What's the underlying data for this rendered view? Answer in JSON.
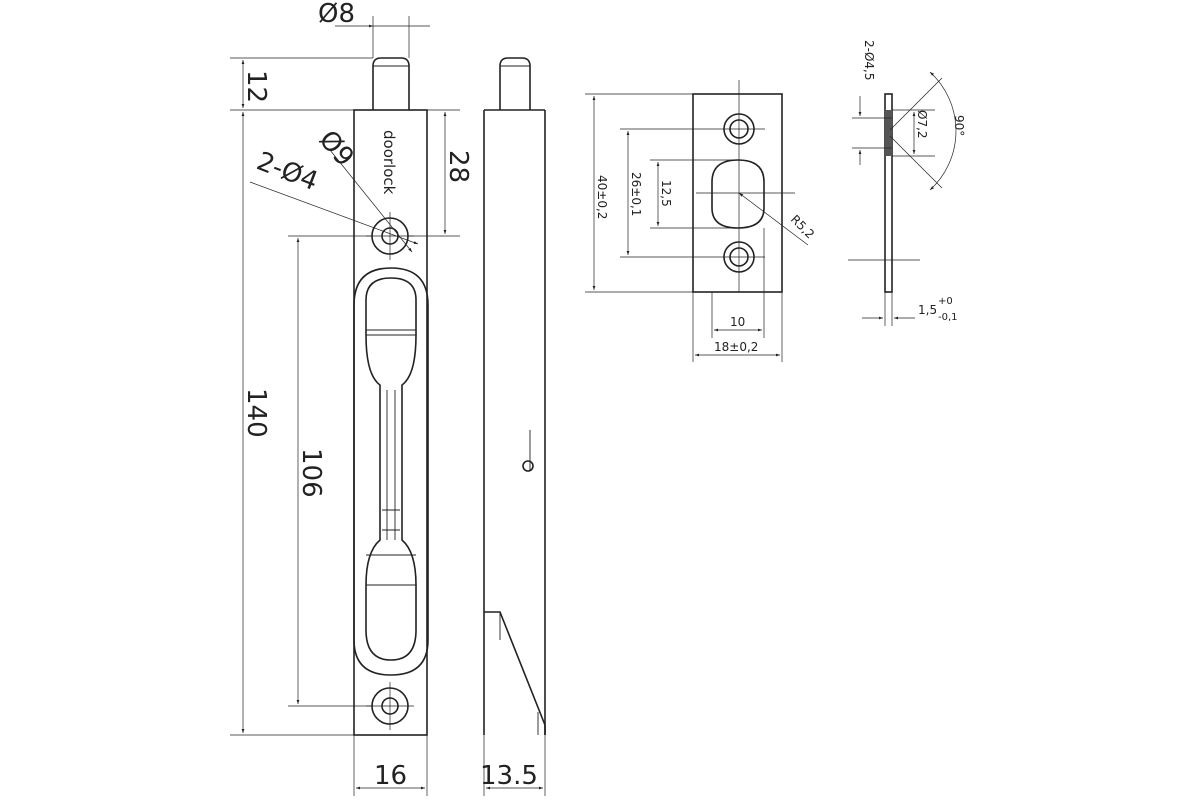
{
  "brand_text": "doorlock",
  "front_view": {
    "pin_diameter": "Ø8",
    "pin_height": "12",
    "hole_diameter": "Ø9",
    "screw_holes": "2-Ø4",
    "hole_offset": "28",
    "total_length": "140",
    "hole_spacing": "106",
    "width": "16"
  },
  "side_view": {
    "thickness": "13.5"
  },
  "strike_plate": {
    "height": "40±0,2",
    "hole_spacing": "26±0,1",
    "slot_height": "12,5",
    "slot_radius": "R5,2",
    "slot_width": "10",
    "width": "18±0,2"
  },
  "plate_section": {
    "holes": "2-Ø4,5",
    "countersink_diameter": "Ø7,2",
    "countersink_angle": "90°",
    "thickness_base": "1,5",
    "tolerance_upper": "+0",
    "tolerance_lower": "-0,1"
  }
}
